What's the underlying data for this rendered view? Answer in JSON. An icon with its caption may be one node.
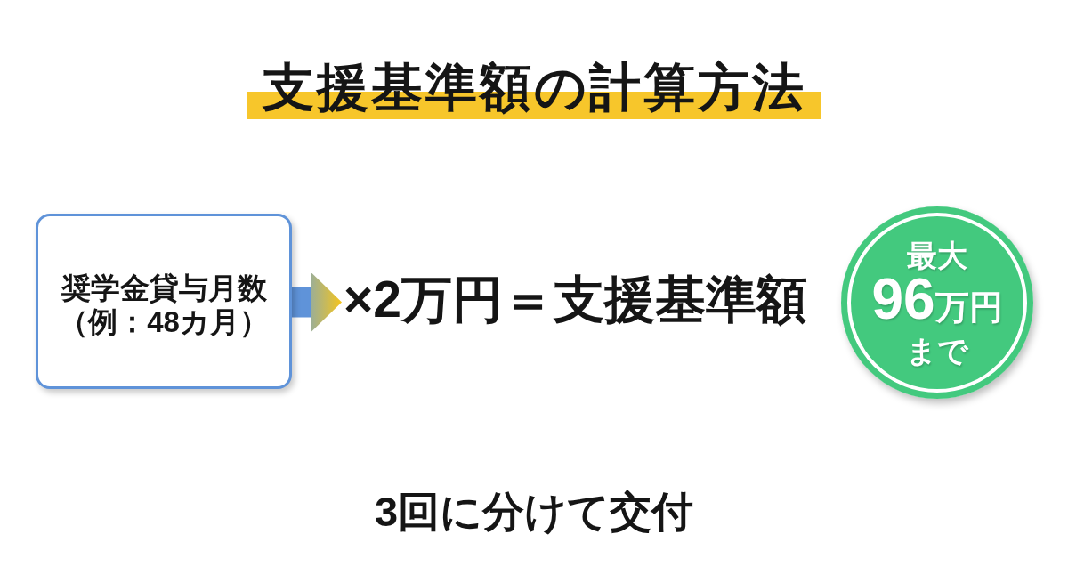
{
  "diagram": {
    "title": "支援基準額の計算方法",
    "nodes": [
      {
        "text": [
          "奨学金貸与月数",
          "（例：48カ月）"
        ]
      },
      {
        "text": [
          "×2万円＝支援基準額"
        ]
      },
      {
        "text": [
          "最大",
          "96万円",
          "まで"
        ]
      }
    ],
    "edges": [
      {
        "from": 0,
        "to": 1,
        "arrow": "to"
      }
    ],
    "labels": [
      "3回に分けて交付"
    ]
  }
}
